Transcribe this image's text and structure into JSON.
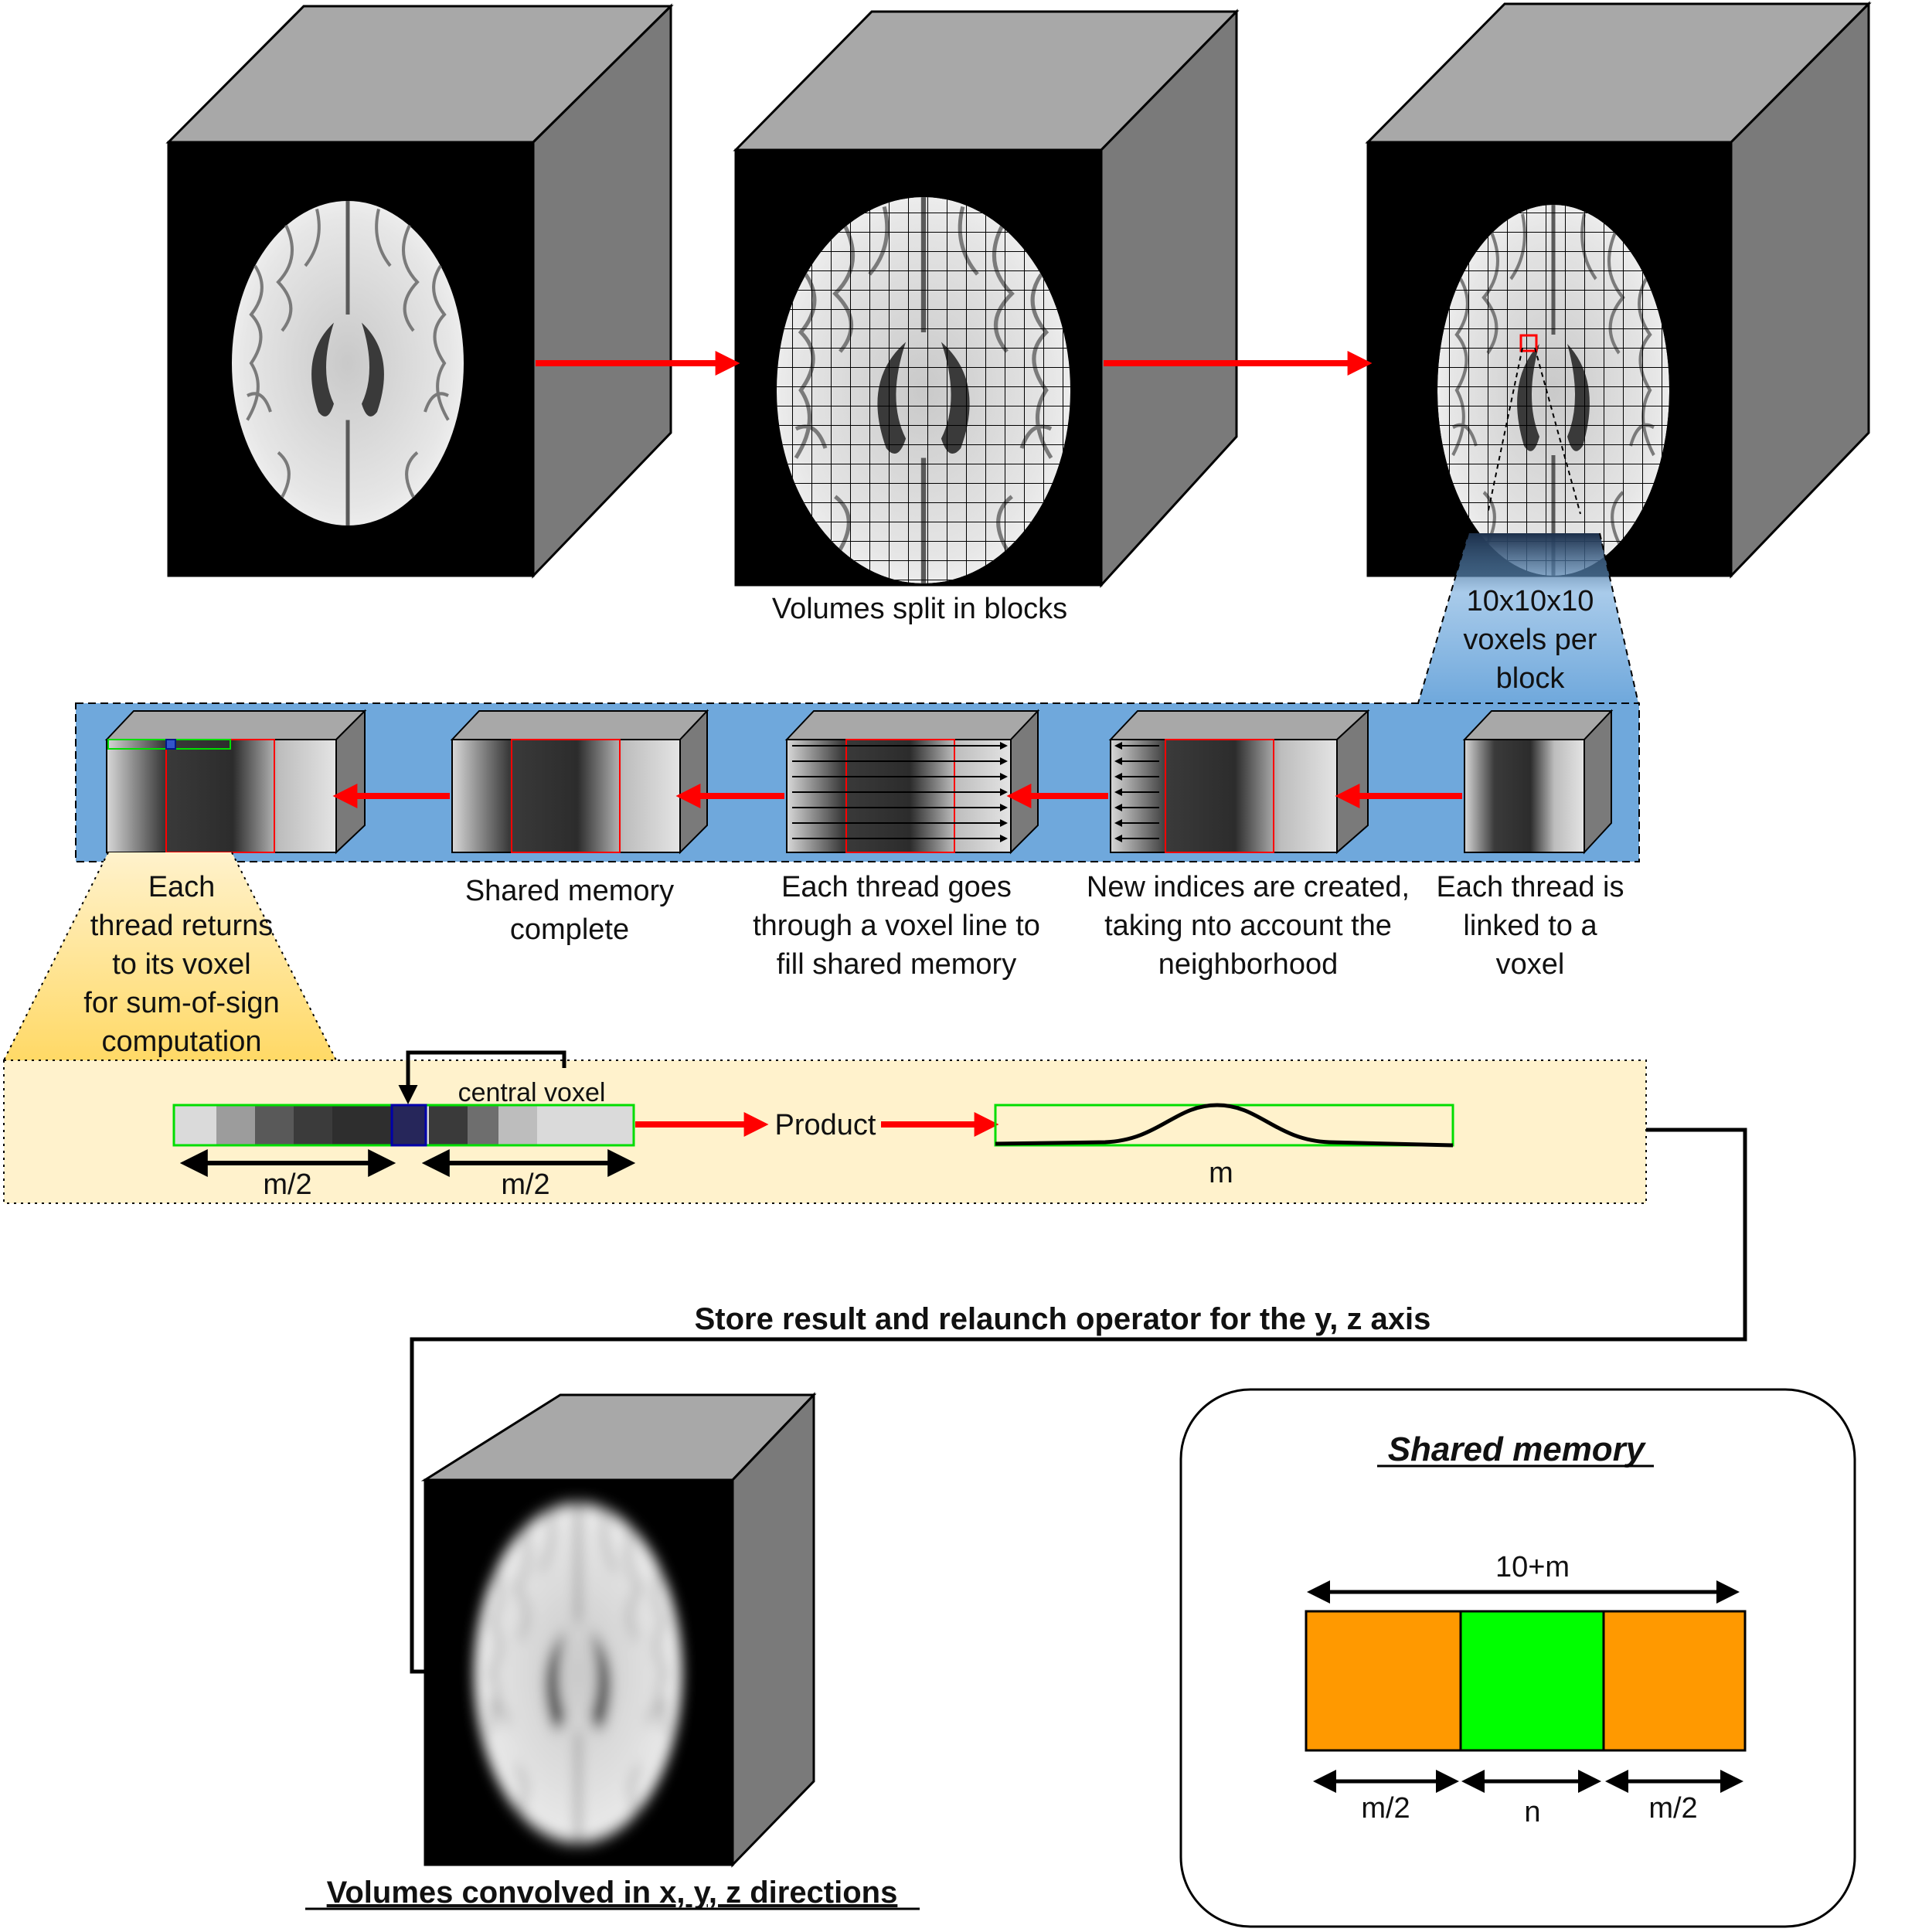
{
  "stage1": {
    "caption": "Volumes split in blocks"
  },
  "zoom": {
    "block_size": [
      "10x10x10",
      "voxels per",
      "block"
    ]
  },
  "thread_steps": [
    {
      "lines": [
        "Each thread is",
        "linked to a",
        "voxel"
      ]
    },
    {
      "lines": [
        "New indices are created,",
        "taking nto account the",
        "neighborhood"
      ]
    },
    {
      "lines": [
        "Each thread goes",
        "through a voxel line to",
        "fill shared memory"
      ]
    },
    {
      "lines": [
        "Shared memory",
        "complete"
      ]
    },
    {
      "lines": [
        "Each",
        "thread returns",
        "to its voxel",
        "for sum-of-sign",
        "computation"
      ]
    }
  ],
  "convolution": {
    "central_voxel": "central voxel",
    "half_left": "m/2",
    "half_right": "m/2",
    "product": "Product",
    "kernel_width": "m"
  },
  "relaunch": "Store result and relaunch operator for the y, z axis",
  "result_caption": "Volumes convolved in x, y, z directions",
  "shared_memory": {
    "title": "Shared memory",
    "total": "10+m",
    "left": "m/2",
    "center": "n",
    "right": "m/2"
  },
  "colors": {
    "arrow": "#ff0000",
    "pipeline_bg": "#6fa8dc",
    "convolution_bg": "#fff2cc",
    "halo": "#ff9900",
    "core": "#00ff00"
  }
}
